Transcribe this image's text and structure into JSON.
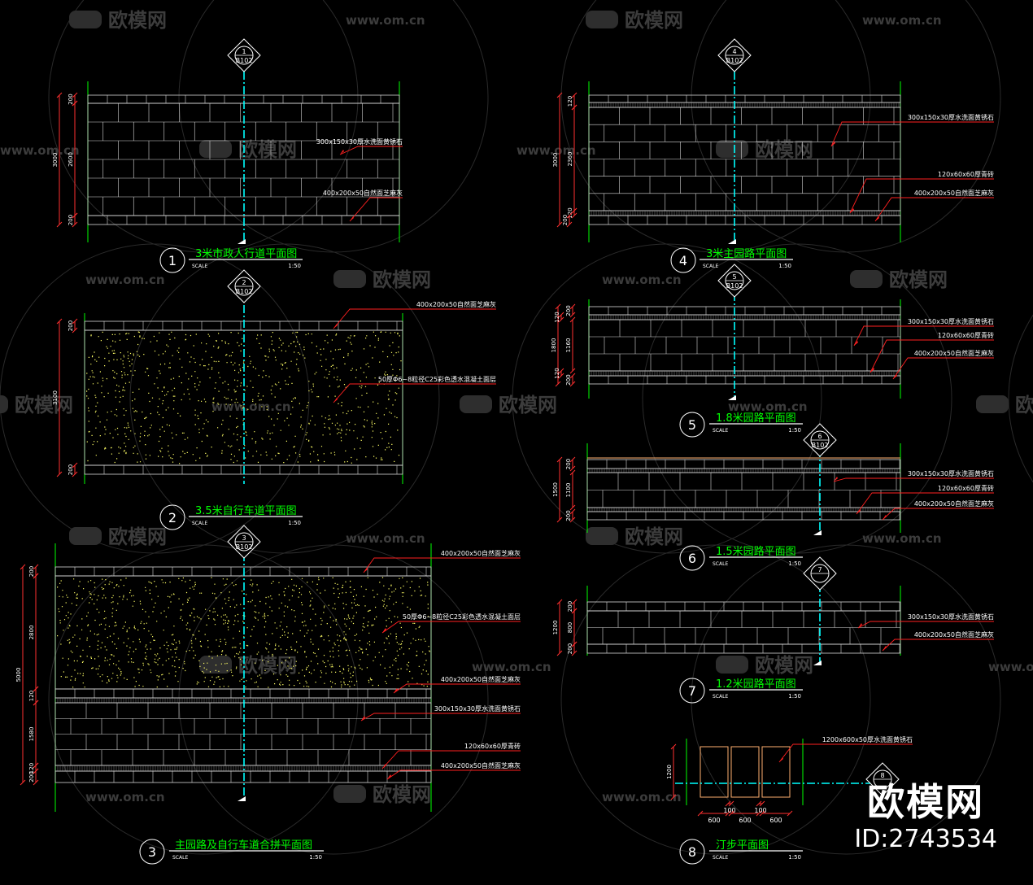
{
  "watermark": {
    "logo": "欧模网",
    "url": "www.om.cn",
    "url_short": "om.cn"
  },
  "brand": {
    "logo": "欧模网",
    "id": "ID:2743534"
  },
  "scale_word": "SCALE",
  "scale_value": "1:50",
  "colors": {
    "title": "#00ff00",
    "leader": "#ff2020",
    "line": "#ffffff",
    "axis": "#00ffff",
    "dim": "#ff3030",
    "dot": "#ffff66",
    "tile": "#d8d8d8"
  },
  "views": [
    {
      "id": "1",
      "title": "3米市政人行道平面图",
      "section": {
        "num": "1",
        "ref": "B102"
      },
      "dims": [
        "3000",
        "2600",
        "200",
        "200"
      ],
      "labels": [
        "300x150x30厚水洗面黄锈石",
        "400x200x50自然面芝麻灰"
      ]
    },
    {
      "id": "2",
      "title": "3.5米自行车道平面图",
      "section": {
        "num": "2",
        "ref": "B102"
      },
      "dims": [
        "3100",
        "200",
        "200"
      ],
      "labels": [
        "400x200x50自然面芝麻灰",
        "50厚Φ6~8粒径C25彩色透水混凝土面层"
      ]
    },
    {
      "id": "3",
      "title": "主园路及自行车道合拼平面图",
      "section": {
        "num": "3",
        "ref": "B102"
      },
      "dims": [
        "5000",
        "200",
        "2800",
        "120",
        "1580",
        "120",
        "200"
      ],
      "labels": [
        "400x200x50自然面芝麻灰",
        "50厚Φ6~8粒径C25彩色透水混凝土面层",
        "400x200x50自然面芝麻灰",
        "300x150x30厚水洗面黄锈石",
        "120x60x60厚青砖",
        "400x200x50自然面芝麻灰"
      ]
    },
    {
      "id": "4",
      "title": "3米主园路平面图",
      "section": {
        "num": "4",
        "ref": "B102"
      },
      "dims": [
        "3000",
        "2360",
        "120",
        "120",
        "200",
        "200"
      ],
      "labels": [
        "300x150x30厚水洗面黄锈石",
        "120x60x60厚青砖",
        "400x200x50自然面芝麻灰"
      ]
    },
    {
      "id": "5",
      "title": "1.8米园路平面图",
      "section": {
        "num": "5",
        "ref": "B102"
      },
      "dims": [
        "1800",
        "1160",
        "200",
        "120",
        "120",
        "200"
      ],
      "labels": [
        "300x150x30厚水洗面黄锈石",
        "120x60x60厚青砖",
        "400x200x50自然面芝麻灰"
      ]
    },
    {
      "id": "6",
      "title": "1.5米园路平面图",
      "section": {
        "num": "6",
        "ref": "B102"
      },
      "dims": [
        "1500",
        "1100",
        "200",
        "200"
      ],
      "labels": [
        "300x150x30厚水洗面黄锈石",
        "120x60x60厚青砖",
        "400x200x50自然面芝麻灰"
      ]
    },
    {
      "id": "7",
      "title": "1.2米园路平面图",
      "section": {
        "num": "7",
        "ref": ""
      },
      "dims": [
        "1200",
        "800",
        "200",
        "200"
      ],
      "labels": [
        "300x150x30厚水洗面黄锈石",
        "400x200x50自然面芝麻灰"
      ]
    },
    {
      "id": "8",
      "title": "汀步平面图",
      "section": {
        "num": "8",
        "ref": ""
      },
      "dims": [
        "1200",
        "600",
        "100",
        "600",
        "100",
        "600"
      ],
      "labels": [
        "1200x600x50厚水洗面黄锈石"
      ]
    }
  ]
}
